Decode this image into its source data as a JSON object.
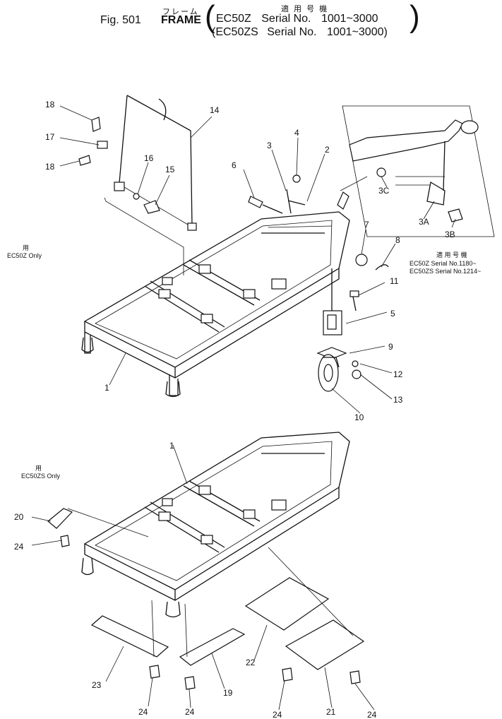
{
  "header": {
    "frame_kana": "フレーム",
    "applicable_kanji": "適 用 号 機",
    "fig_label": "Fig. 501",
    "frame_label": "FRAME",
    "models": [
      {
        "model": "EC50Z",
        "serial_label": "Serial No.",
        "range": "1001~3000"
      },
      {
        "model": "EC50ZS",
        "serial_label": "Serial No.",
        "range": "1001~3000"
      }
    ]
  },
  "notes": {
    "ec50z_only_mark": "用",
    "ec50z_only": "EC50Z Only",
    "ec50zs_only_mark": "用",
    "ec50zs_only": "EC50ZS Only",
    "detail_applicable": "適 用 号 機",
    "detail_line1": "EC50Z  Serial No.1180~",
    "detail_line2": "EC50ZS Serial No.1214~"
  },
  "part_labels": {
    "p18a": "18",
    "p17": "17",
    "p18b": "18",
    "p14": "14",
    "p16": "16",
    "p15": "15",
    "p6": "6",
    "p3": "3",
    "p4": "4",
    "p2": "2",
    "p7": "7",
    "p8": "8",
    "p11": "11",
    "p5": "5",
    "p9": "9",
    "p12": "12",
    "p13": "13",
    "p10": "10",
    "p1a": "1",
    "p3c": "3C",
    "p3a": "3A",
    "p3b": "3B",
    "p1b": "1",
    "p20": "20",
    "p24a": "24",
    "p22": "22",
    "p23": "23",
    "p19": "19",
    "p21": "21",
    "p24b": "24",
    "p24c": "24",
    "p24d": "24",
    "p24e": "24"
  }
}
